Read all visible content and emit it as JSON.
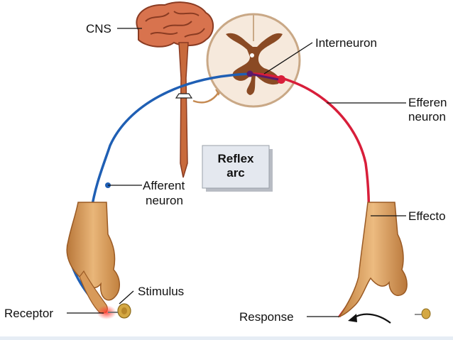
{
  "labels": {
    "cns": "CNS",
    "interneuron": "Interneuron",
    "efferent_line1": "Efferen",
    "efferent_line2": "neuron",
    "afferent_line1": "Afferent",
    "afferent_line2": "neuron",
    "effector": "Effecto",
    "stimulus": "Stimulus",
    "receptor": "Receptor",
    "response": "Response",
    "box_line1": "Reflex",
    "box_line2": "arc"
  },
  "colors": {
    "afferent": "#1f5fb4",
    "efferent": "#d81e3a",
    "skin": "#d89a5a",
    "skin_dark": "#a8652c",
    "brain": "#d8734e",
    "brain_dark": "#8a3b22",
    "grey_matter": "#8a4a24",
    "white_matter": "#f6e9dc",
    "box_fill": "#e4e8ef"
  }
}
